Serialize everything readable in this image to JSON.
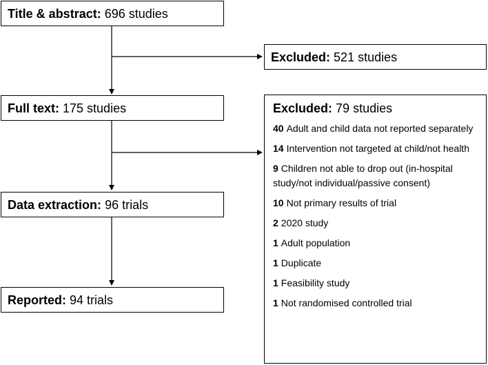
{
  "stages": [
    {
      "label": "Title & abstract:",
      "value": "696 studies"
    },
    {
      "label": "Full text:",
      "value": "175 studies"
    },
    {
      "label": "Data extraction:",
      "value": "96 trials"
    },
    {
      "label": "Reported:",
      "value": "94 trials"
    }
  ],
  "exclusion1": {
    "label": "Excluded:",
    "value": "521 studies"
  },
  "exclusion2": {
    "label": "Excluded:",
    "value": "79 studies",
    "reasons": [
      {
        "count": "40",
        "text": "Adult and child data not reported separately"
      },
      {
        "count": "14",
        "text": "Intervention not targeted at child/not health"
      },
      {
        "count": "9",
        "text": "Children not able to drop out (in-hospital study/not individual/passive consent)"
      },
      {
        "count": "10",
        "text": "Not primary results of trial"
      },
      {
        "count": "2",
        "text": "2020 study"
      },
      {
        "count": "1",
        "text": "Adult population"
      },
      {
        "count": "1",
        "text": "Duplicate"
      },
      {
        "count": "1",
        "text": "Feasibility study"
      },
      {
        "count": "1",
        "text": "Not randomised controlled trial"
      }
    ]
  }
}
